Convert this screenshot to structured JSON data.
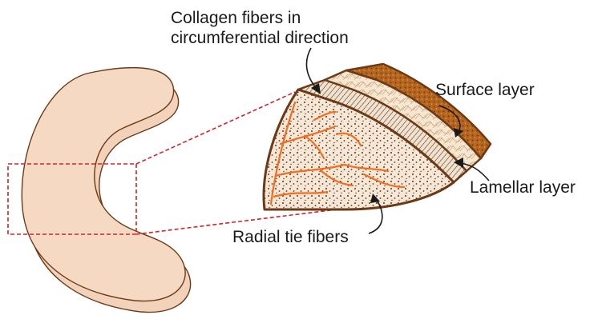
{
  "labels": {
    "collagen_line1": "Collagen fibers in",
    "collagen_line2": "circumferential direction",
    "surface": "Surface layer",
    "lamellar": "Lamellar layer",
    "radial": "Radial tie fibers"
  },
  "colors": {
    "meniscus_fill": "#f6d9c3",
    "outline": "#6b3a16",
    "zoom_box": "#d6232a",
    "surface_layer": "#b3641f",
    "lamellar_layer": "#f4e3cf",
    "radial_fiber": "#f26d1f",
    "dots": "#5a3418"
  }
}
